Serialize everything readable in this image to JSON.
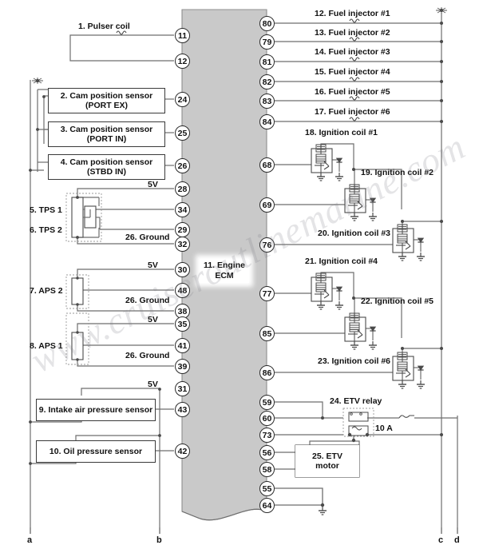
{
  "diagram": {
    "title": "Engine ECM wiring diagram",
    "ecm": {
      "label": "11. Engine\nECM",
      "line1": "11. Engine",
      "line2": "ECM"
    },
    "watermark": "www.cruiseroutlinemarine.com",
    "colors": {
      "ecm_band": "#c9c9c9",
      "wire": "#6e6e6e",
      "text": "#111111",
      "page": "#ffffff"
    }
  },
  "left_components": [
    {
      "id": "c1",
      "label": "1. Pulser coil",
      "type": "coil-label"
    },
    {
      "id": "c2",
      "label": "2. Cam position sensor\n(PORT EX)",
      "line1": "2. Cam position sensor",
      "line2": "(PORT EX)",
      "type": "box"
    },
    {
      "id": "c3",
      "label": "3. Cam position sensor\n(PORT IN)",
      "line1": "3. Cam position sensor",
      "line2": "(PORT IN)",
      "type": "box"
    },
    {
      "id": "c4",
      "label": "4. Cam position sensor\n(STBD IN)",
      "line1": "4. Cam position sensor",
      "line2": "(STBD IN)",
      "type": "box"
    },
    {
      "id": "c5",
      "label": "5. TPS 1",
      "type": "text"
    },
    {
      "id": "c6",
      "label": "6. TPS 2",
      "type": "text"
    },
    {
      "id": "c7",
      "label": "7. APS 2",
      "type": "text"
    },
    {
      "id": "c8",
      "label": "8. APS 1",
      "type": "text"
    },
    {
      "id": "c9",
      "label": "9. Intake air pressure sensor",
      "type": "box"
    },
    {
      "id": "c10",
      "label": "10. Oil pressure sensor",
      "type": "box"
    }
  ],
  "right_components": [
    {
      "id": "r12",
      "label": "12. Fuel injector #1"
    },
    {
      "id": "r13",
      "label": "13. Fuel injector #2"
    },
    {
      "id": "r14",
      "label": "14. Fuel injector #3"
    },
    {
      "id": "r15",
      "label": "15. Fuel injector #4"
    },
    {
      "id": "r16",
      "label": "16. Fuel injector #5"
    },
    {
      "id": "r17",
      "label": "17. Fuel injector #6"
    },
    {
      "id": "r18",
      "label": "18. Ignition coil #1"
    },
    {
      "id": "r19",
      "label": "19. Ignition coil #2"
    },
    {
      "id": "r20",
      "label": "20. Ignition coil #3"
    },
    {
      "id": "r21",
      "label": "21. Ignition coil #4"
    },
    {
      "id": "r22",
      "label": "22. Ignition coil #5"
    },
    {
      "id": "r23",
      "label": "23. Ignition coil #6"
    },
    {
      "id": "r24",
      "label": "24. ETV relay"
    },
    {
      "id": "r25",
      "label": "25. ETV\nmotor",
      "line1": "25. ETV",
      "line2": "motor"
    }
  ],
  "annotations": {
    "ground_label": "26. Ground",
    "supply_label": "5V",
    "fuse_label": "10 A"
  },
  "left_pins": [
    "11",
    "12",
    "24",
    "25",
    "26",
    "28",
    "34",
    "29",
    "32",
    "30",
    "48",
    "38",
    "35",
    "41",
    "39",
    "31",
    "43",
    "42"
  ],
  "right_pins": [
    "80",
    "79",
    "81",
    "82",
    "83",
    "84",
    "68",
    "69",
    "76",
    "77",
    "85",
    "86",
    "59",
    "60",
    "73",
    "56",
    "58",
    "55",
    "64"
  ],
  "pin_map": {
    "11": "1. Pulser coil",
    "12": "1. Pulser coil",
    "24": "2. Cam position sensor (PORT EX)",
    "25": "3. Cam position sensor (PORT IN)",
    "26": "4. Cam position sensor (STBD IN)",
    "28": "5V (TPS)",
    "34": "5. TPS 1",
    "29": "6. TPS 2",
    "32": "26. Ground (TPS)",
    "30": "5V (APS 2)",
    "48": "7. APS 2",
    "38": "26. Ground (APS 2)",
    "35": "5V (APS 1)",
    "41": "8. APS 1",
    "39": "26. Ground (APS 1)",
    "31": "5V (Intake air pressure sensor)",
    "43": "9. Intake air pressure sensor",
    "42": "10. Oil pressure sensor",
    "80": "12. Fuel injector #1",
    "79": "13. Fuel injector #2",
    "81": "14. Fuel injector #3",
    "82": "15. Fuel injector #4",
    "83": "16. Fuel injector #5",
    "84": "17. Fuel injector #6",
    "68": "18. Ignition coil #1",
    "69": "19. Ignition coil #2",
    "76": "20. Ignition coil #3",
    "77": "21. Ignition coil #4",
    "85": "22. Ignition coil #5",
    "86": "23. Ignition coil #6",
    "59": "24. ETV relay",
    "60": "24. ETV relay",
    "73": "24. ETV relay",
    "56": "25. ETV motor",
    "58": "25. ETV motor",
    "55": "ground",
    "64": "ground"
  },
  "terminals": [
    {
      "id": "a",
      "label": "a"
    },
    {
      "id": "b",
      "label": "b"
    },
    {
      "id": "c",
      "label": "c"
    },
    {
      "id": "d",
      "label": "d"
    }
  ],
  "ground_labels": [
    "26. Ground",
    "26. Ground",
    "26. Ground"
  ],
  "supply_labels": [
    "5V",
    "5V",
    "5V",
    "5V"
  ]
}
